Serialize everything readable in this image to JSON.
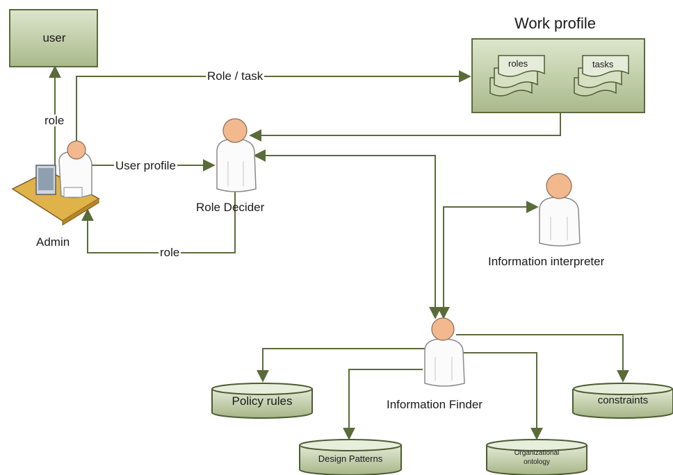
{
  "user_box": {
    "label": "user"
  },
  "work_profile": {
    "title": "Work profile",
    "roles_label": "roles",
    "tasks_label": "tasks"
  },
  "edges": {
    "role_task": "Role / task",
    "role_up": "role",
    "user_profile": "User profile",
    "role_back": "role"
  },
  "actors": {
    "admin": "Admin",
    "role_decider": "Role Decider",
    "info_interpreter": "Information interpreter",
    "info_finder": "Information Finder"
  },
  "stores": {
    "policy_rules": "Policy rules",
    "constraints": "constraints",
    "design_patterns": "Design Patterns",
    "org_ontology_line1": "Organizational",
    "org_ontology_line2": "ontology"
  },
  "colors": {
    "stroke": "#5a6b3a",
    "fill_light": "#d9e3c6",
    "fill_dark": "#9aab7c",
    "skin": "#f2b88e",
    "desk": "#e0b24a"
  }
}
